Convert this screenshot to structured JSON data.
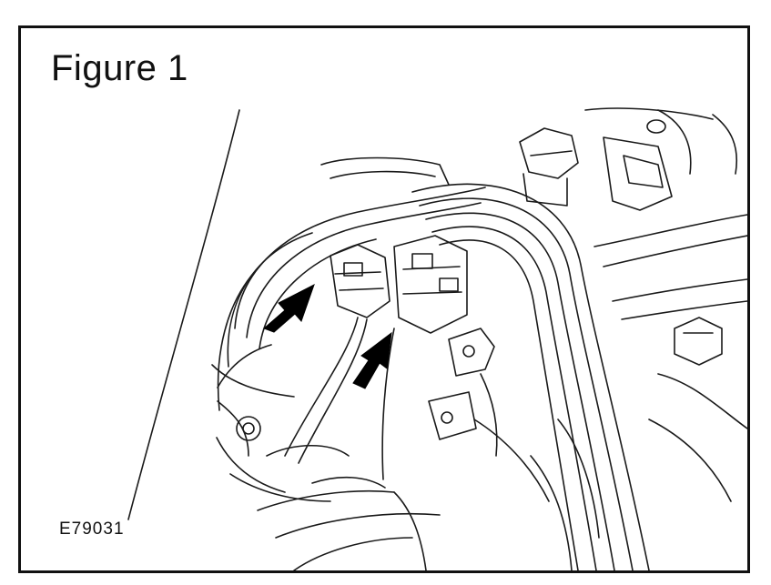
{
  "figure": {
    "title": "Figure 1",
    "code": "E79031"
  },
  "colors": {
    "line": "#1a1a1a",
    "arrow": "#000000",
    "frame": "#111111",
    "background": "#ffffff"
  },
  "callouts": [
    {
      "name": "arrow-left-connector",
      "points_to": "left-electrical-connector"
    },
    {
      "name": "arrow-lower-connector",
      "points_to": "lower-electrical-connector"
    }
  ]
}
